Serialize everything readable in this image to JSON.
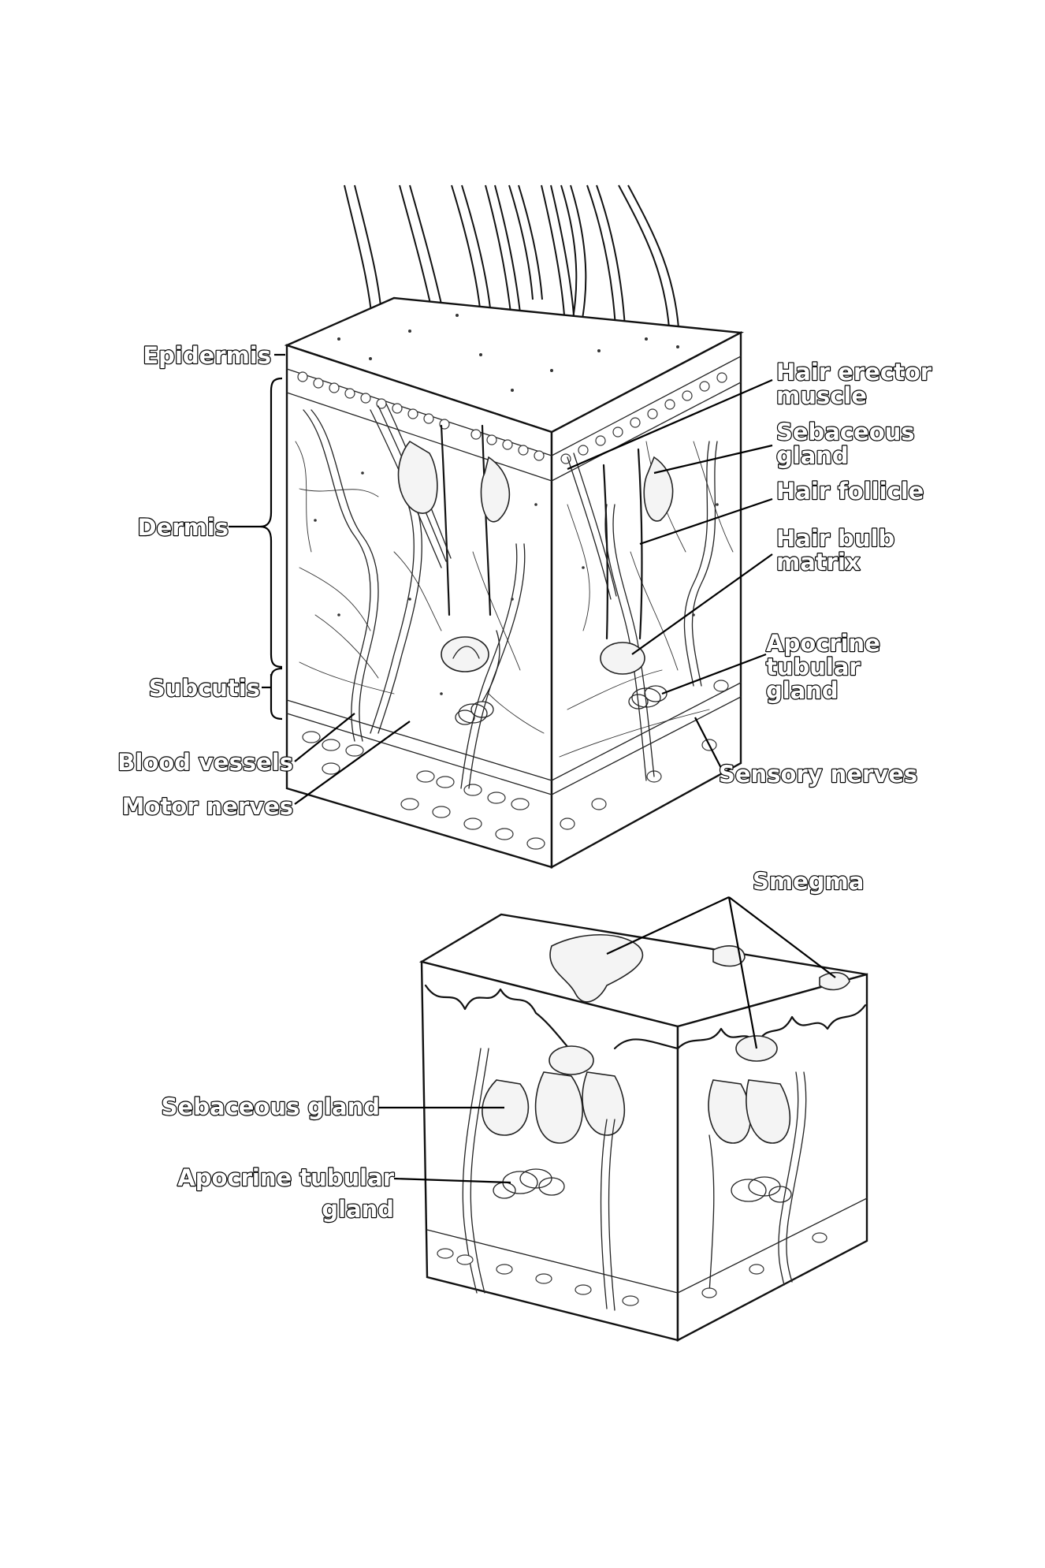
{
  "figure": {
    "labels": {
      "epidermis": "Epidermis",
      "dermis": "Dermis",
      "subcutis": "Subcutis",
      "blood_vessels": "Blood vessels",
      "motor_nerves": "Motor nerves",
      "hair_erector_muscle_1": "Hair erector",
      "hair_erector_muscle_2": "muscle",
      "sebaceous_gland_top_1": "Sebaceous",
      "sebaceous_gland_top_2": "gland",
      "hair_follicle": "Hair follicle",
      "hair_bulb_matrix_1": "Hair bulb",
      "hair_bulb_matrix_2": "matrix",
      "apocrine_tubular_gland_top_1": "Apocrine",
      "apocrine_tubular_gland_top_2": "tubular",
      "apocrine_tubular_gland_top_3": "gland",
      "sensory_nerves": "Sensory nerves",
      "smegma": "Smegma",
      "sebaceous_gland_bottom": "Sebaceous gland",
      "apocrine_tubular_gland_bottom_1": "Apocrine tubular",
      "apocrine_tubular_gland_bottom_2": "gland"
    }
  }
}
